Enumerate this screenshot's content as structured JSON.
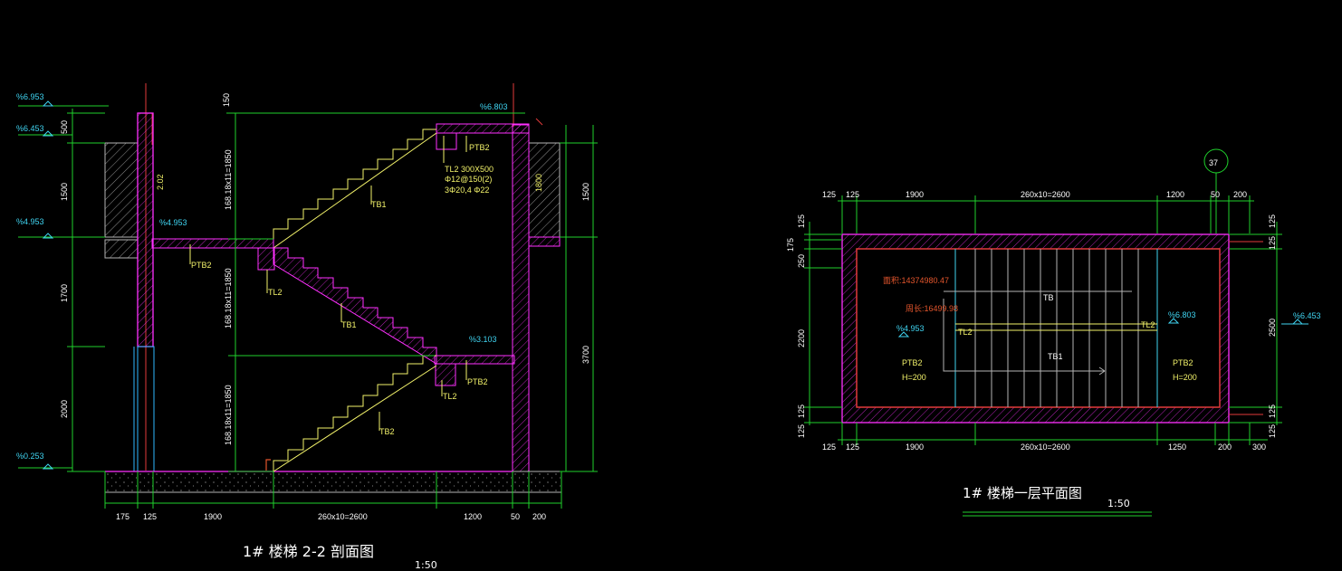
{
  "colors": {
    "background": "#000000",
    "dimension": "#1fd12c",
    "wall": "#ff30ff",
    "stair": "#f2f26a",
    "level_mark": "#3fd3f0",
    "axis": "#e23a3a",
    "overlay_text": "#e2552c"
  },
  "section": {
    "title": "1#   楼梯 2-2     剖面图",
    "scale": "1:50",
    "levels": [
      "%6.953",
      "%6.453",
      "%4.953",
      "%0.253"
    ],
    "level_inner": [
      "%6.803",
      "%4.953",
      "%3.103"
    ],
    "left_dims": [
      "500",
      "1500",
      "1700",
      "2000"
    ],
    "right_dims": [
      "1500",
      "3700"
    ],
    "top_dim": "150",
    "flight_dims": [
      "168.18x11=1850",
      "168.18x11=1850",
      "168.18x11=1850"
    ],
    "bottom_dims": [
      "175",
      "125",
      "1900",
      "260x10=2600",
      "1200",
      "50",
      "200"
    ],
    "vertical_note": "2.02",
    "right_wall_note": "1800",
    "labels": {
      "ptb2_top": "PTB2",
      "tl2_note_1": "TL2  300X500",
      "tl2_note_2": "Φ12@150(2)",
      "tl2_note_3": "3Φ20,4 Φ22",
      "tb1_upper": "TB1",
      "ptb2_left": "PTB2",
      "tl2_left": "TL2",
      "tb1_mid": "TB1",
      "ptb2_right": "PTB2",
      "tl2_right": "TL2",
      "tb2": "TB2"
    }
  },
  "plan": {
    "title": "1#   楼梯一层平面图",
    "scale": "1:50",
    "axis_label": "37",
    "top_dims": [
      "125",
      "125",
      "1900",
      "260x10=2600",
      "1200",
      "50",
      "200"
    ],
    "bottom_dims": [
      "125",
      "125",
      "1900",
      "260x10=2600",
      "1250",
      "200",
      "300"
    ],
    "left_dims": [
      "125",
      "175",
      "250",
      "2200",
      "125",
      "125"
    ],
    "right_dims": [
      "125",
      "125",
      "2500",
      "125",
      "125"
    ],
    "overlay": {
      "area": "面积:14374980.47",
      "perimeter": "周长:16499.98"
    },
    "labels": {
      "level_left": "%4.953",
      "level_right": "%6.803",
      "level_outside": "%6.453",
      "tl2_left": "TL2",
      "tl2_right": "TL2",
      "tb1": "TB1",
      "tb_upper": "TB",
      "ptb2_left": "PTB2",
      "h_left": "H=200",
      "ptb2_right": "PTB2",
      "h_right": "H=200"
    }
  }
}
